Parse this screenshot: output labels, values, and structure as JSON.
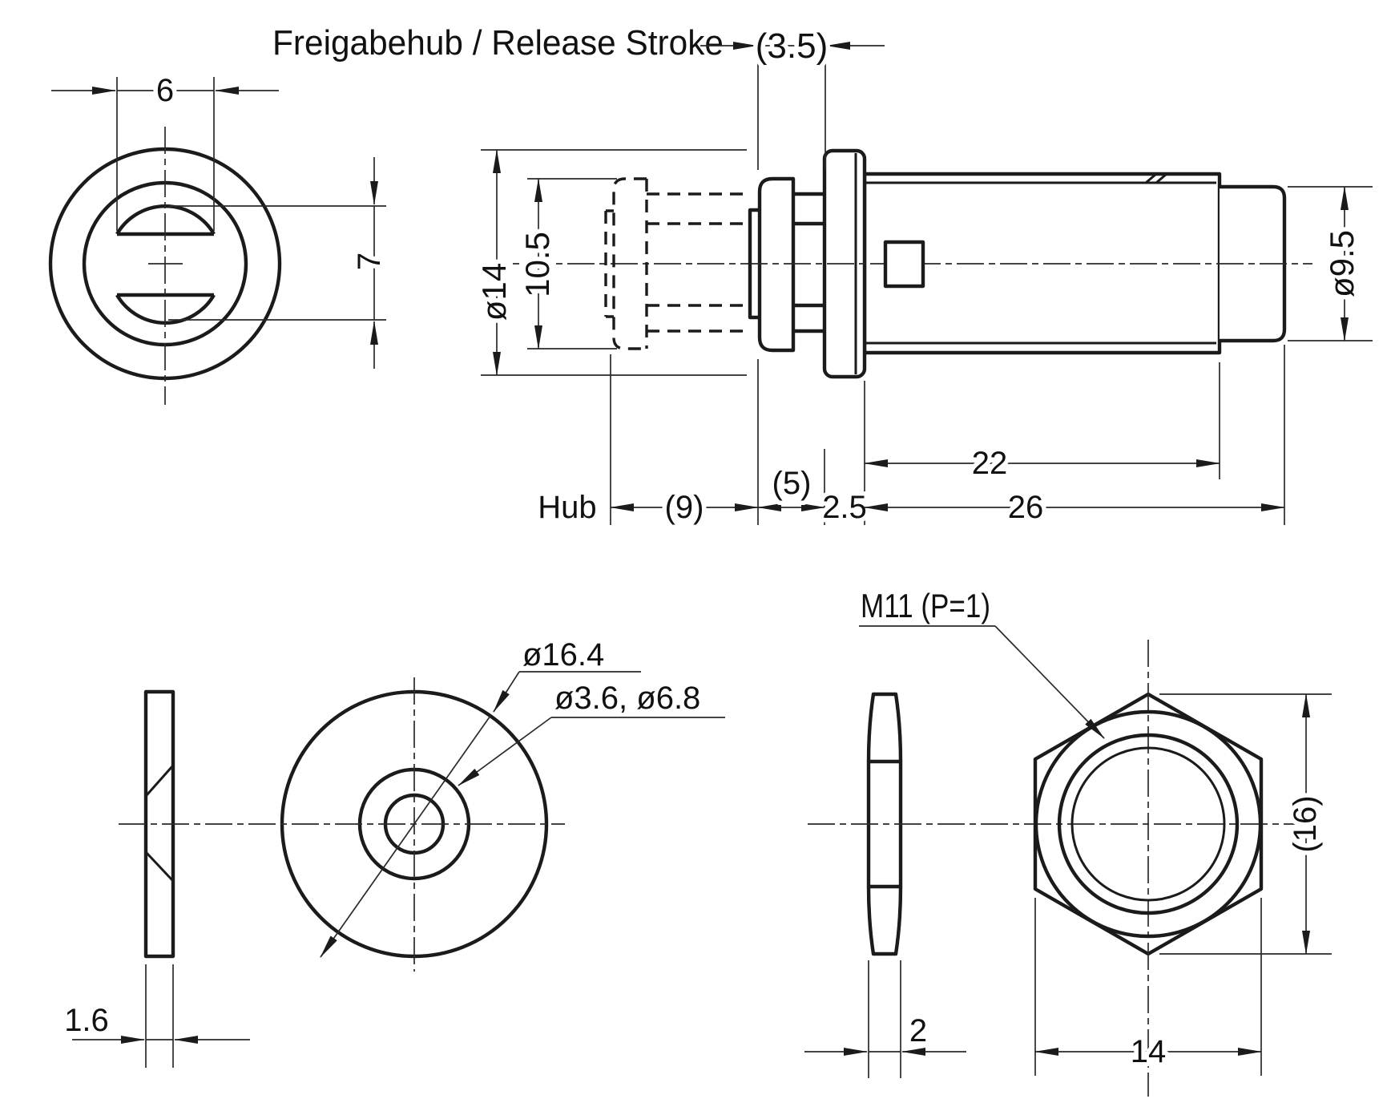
{
  "title": "Freigabehub / Release Stroke",
  "front_view": {
    "slot_width": "6",
    "slot_height": "7"
  },
  "side_view": {
    "release_stroke": "(3.5)",
    "flange_dia": "ø14",
    "button_dia": "10.5",
    "plunger_dia": "ø9.5",
    "hub_label": "Hub",
    "hub_travel": "(9)",
    "front_length": "(5)",
    "flange_thickness": "2.5",
    "body_length": "22",
    "total_length": "26"
  },
  "washer_view": {
    "thickness": "1.6",
    "outer_dia": "ø16.4",
    "hole_dias": "ø3.6, ø6.8"
  },
  "nut_view": {
    "thread": "M11 (P=1)",
    "across_corners": "(16)",
    "thickness": "2",
    "across_flats": "14"
  }
}
